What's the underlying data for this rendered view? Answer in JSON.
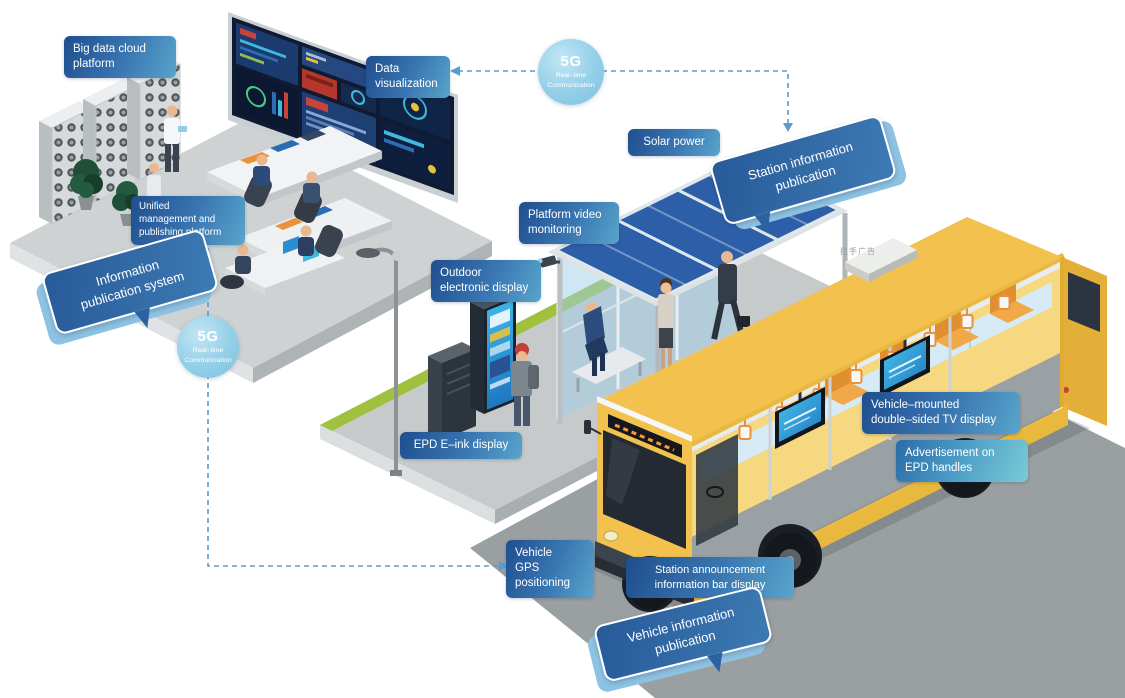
{
  "labels": {
    "big_data_cloud_platform": "Big data cloud\nplatform",
    "unified_management": "Unified\nmanagement and\npublishing platform",
    "data_visualization": "Data\nvisualization",
    "solar_power": "Solar power",
    "platform_video_monitoring": "Platform video\nmonitoring",
    "outdoor_electronic_display": "Outdoor\nelectronic display",
    "epd_eink_display": "EPD E–ink display",
    "vehicle_gps_positioning": "Vehicle\nGPS\npositioning",
    "station_announcement": "Station announcement\ninformation bar display",
    "vehicle_mounted_tv": "Vehicle–mounted\ndouble–sided TV display",
    "advertisement_epd_handles": "Advertisement on\nEPD handles"
  },
  "bubbles": {
    "information_publication_system": "Information\npublication system",
    "station_information_publication": "Station information\npublication",
    "vehicle_information_publication": "Vehicle information\npublication"
  },
  "badge_5g": {
    "title": "5G",
    "subtitle": "Real–time\nCommunication"
  },
  "caption_cn": "拉手广告",
  "colors": {
    "label_gradient_start": "#1f4e8e",
    "label_gradient_end": "#58a5cb",
    "bubble_blue": "#2d62a0",
    "badge_blue": "#93cfe8",
    "connector_blue": "#5a9bd0",
    "bus_yellow": "#f2c14e",
    "solar_blue": "#2d5fa8",
    "seat_orange": "#e8923a",
    "screen_cyan": "#3fb9dc"
  }
}
